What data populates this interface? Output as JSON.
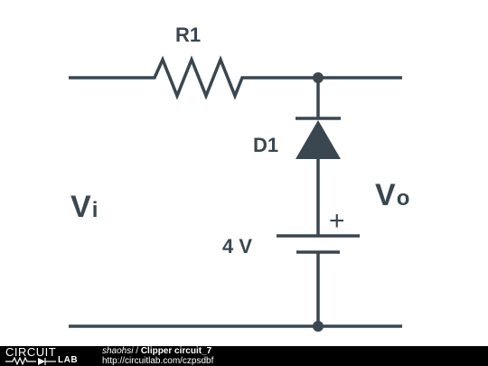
{
  "components": {
    "resistor": {
      "label": "R1"
    },
    "diode": {
      "label": "D1"
    },
    "battery": {
      "label": "4 V",
      "polarity_symbol": "+"
    }
  },
  "terminals": {
    "input": {
      "main": "V",
      "sub": "i"
    },
    "output": {
      "main": "V",
      "sub": "o"
    }
  },
  "footer": {
    "logo_top": "CIRCUIT",
    "logo_bottom": "LAB",
    "author": "shaohsi",
    "separator": " / ",
    "title": "Clipper circuit_7",
    "url": "http://circuitlab.com/czpsdbf"
  },
  "colors": {
    "wire": "#3a4750",
    "footer_bg": "#000000",
    "footer_text": "#ffffff"
  }
}
